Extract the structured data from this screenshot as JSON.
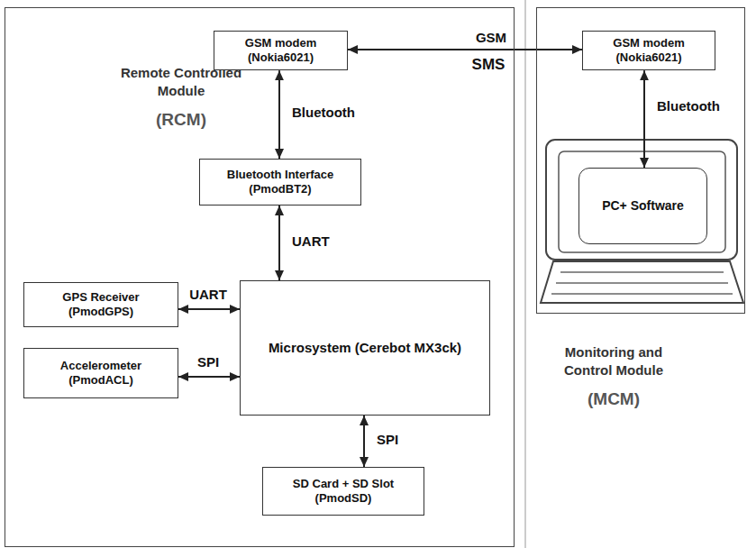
{
  "diagram": {
    "nodes": [
      {
        "text": [
          "Remote Controlled Module",
          "(RCM)"
        ]
      },
      {
        "text": [
          "GSM modem (Nokia6021)"
        ],
        "in": 0
      },
      {
        "text": [
          "Bluetooth Interface (PmodBT2)"
        ],
        "in": 0
      },
      {
        "text": [
          "GPS Receiver (PmodGPS)"
        ],
        "in": 0
      },
      {
        "text": [
          "Microsystem (Cerebot MX3ck)"
        ],
        "in": 0
      },
      {
        "text": [
          "Accelerometer (PmodACL)"
        ],
        "in": 0
      },
      {
        "text": [
          "SD Card + SD Slot (PmodSD)"
        ],
        "in": 0
      },
      {
        "text": [
          "Monitoring and Control Module",
          "(MCM)"
        ]
      },
      {
        "text": [
          "GSM modem (Nokia6021)"
        ],
        "in": 7
      },
      {
        "text": [
          "PC+ Software"
        ],
        "in": 7
      }
    ],
    "edges": [
      {
        "from": 1,
        "to": 8,
        "label": "GSM",
        "arrow": "both"
      },
      {
        "from": 1,
        "to": 2,
        "label": "Bluetooth",
        "arrow": "both"
      },
      {
        "from": 2,
        "to": 4,
        "label": "UART",
        "arrow": "both"
      },
      {
        "from": 3,
        "to": 4,
        "label": "UART",
        "arrow": "both"
      },
      {
        "from": 5,
        "to": 4,
        "label": "SPI",
        "arrow": "both"
      },
      {
        "from": 4,
        "to": 6,
        "label": "SPI",
        "arrow": "both"
      },
      {
        "from": 8,
        "to": 9,
        "label": "Bluetooth",
        "arrow": "both"
      }
    ],
    "labels": [
      "SMS"
    ]
  }
}
